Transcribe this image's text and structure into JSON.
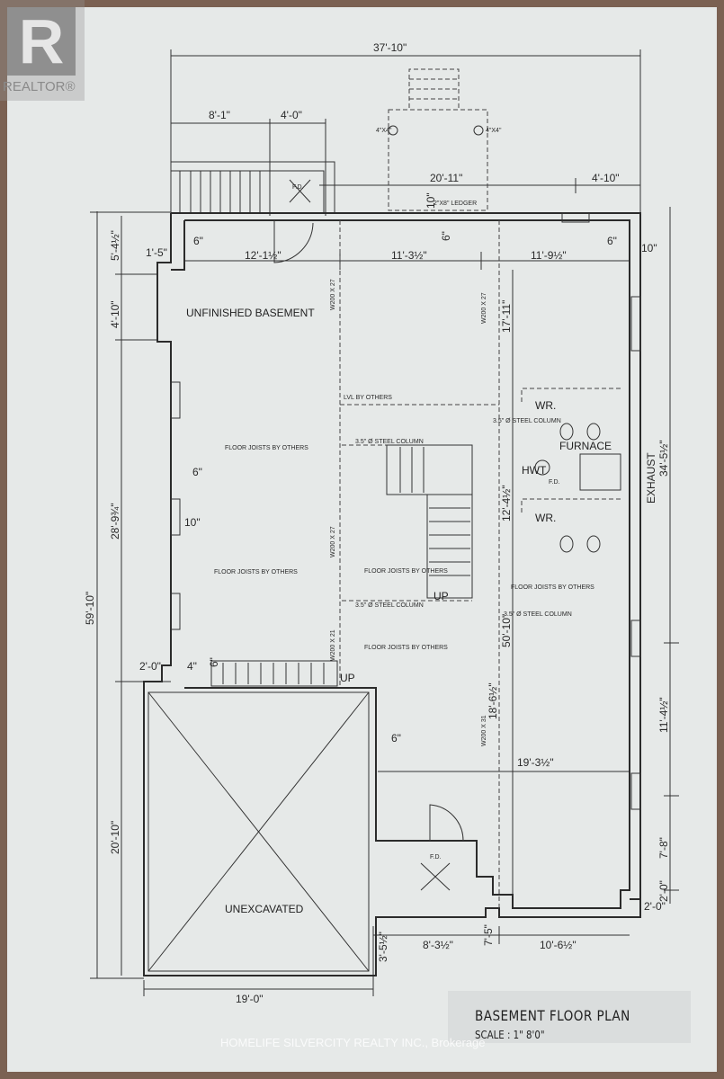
{
  "logo": {
    "mark": "R",
    "text": "REALTOR®"
  },
  "plan": {
    "title": "BASEMENT FLOOR PLAN",
    "scale": "SCALE : 1\" 8'0\"",
    "rooms": {
      "unfinished": "UNFINISHED BASEMENT",
      "unexcavated": "UNEXCAVATED",
      "furnace": "FURNACE",
      "hwt": "HWT",
      "wr1": "WR.",
      "wr2": "WR.",
      "exhaust": "EXHAUST",
      "up1": "UP",
      "up2": "UP"
    },
    "notes": {
      "lvl": "LVL BY OTHERS",
      "joists1": "FLOOR JOISTS BY OTHERS",
      "joists2": "FLOOR JOISTS BY OTHERS",
      "joists3": "FLOOR JOISTS BY OTHERS",
      "joists4": "FLOOR JOISTS BY OTHERS",
      "col1": "3.5\" Ø STEEL COLUMN",
      "col2": "3.5\" Ø STEEL COLUMN",
      "col3": "3.5\" Ø STEEL COLUMN",
      "col4": "3.5\" Ø STEEL COLUMN",
      "beam1": "W200 X 27",
      "beam2": "W200 X 27",
      "beam3": "W200 X 21",
      "beam4": "W200 X 27",
      "beam5": "W200 X 31",
      "ledger": "2\"X8\" LEDGER",
      "post1": "4\"X4\"",
      "post2": "4\"X4\"",
      "fd1": "F.D.",
      "fd2": "F.D.",
      "fd3": "F.D."
    },
    "dimensions": {
      "overall_width": "37'-10\"",
      "d8_1": "8'-1\"",
      "d4_0": "4'-0\"",
      "d20_11": "20'-11\"",
      "d4_10_top": "4'-10\"",
      "d12_1": "12'-1½\"",
      "d11_3": "11'-3½\"",
      "d11_9": "11'-9½\"",
      "d6_a": "6\"",
      "d6_b": "6\"",
      "d6_c": "6\"",
      "d6_d": "6\"",
      "d6_e": "6\"",
      "d10_a": "10\"",
      "d10_b": "10\"",
      "d1_5": "1'-5\"",
      "d5_4": "5'-4½\"",
      "d4_10": "4'-10\"",
      "d28_9": "28'-9¾\"",
      "d59_10": "59'-10\"",
      "d20_10": "20'-10\"",
      "d2_0_left": "2'-0\"",
      "d4": "4\"",
      "d10_c": "10\"",
      "d17_11": "17'-11\"",
      "d12_4": "12'-4½\"",
      "d18_6": "18'-6½\"",
      "d19_3": "19'-3½\"",
      "d50_10": "50'-10\"",
      "d34_5": "34'-5½\"",
      "d11_4": "11'-4½\"",
      "d7_8": "7'-8\"",
      "d2_0_right": "2'-0\"",
      "d2_0_bottom": "2'-0\"",
      "d19_0": "19'-0\"",
      "d8_3": "8'-3½\"",
      "d10_6": "10'-6½\"",
      "d3_5": "3'-5½\"",
      "d7_5": "7'-5\""
    }
  },
  "watermark": "HOMELIFE SILVERCITY REALTY INC., Brokerage"
}
